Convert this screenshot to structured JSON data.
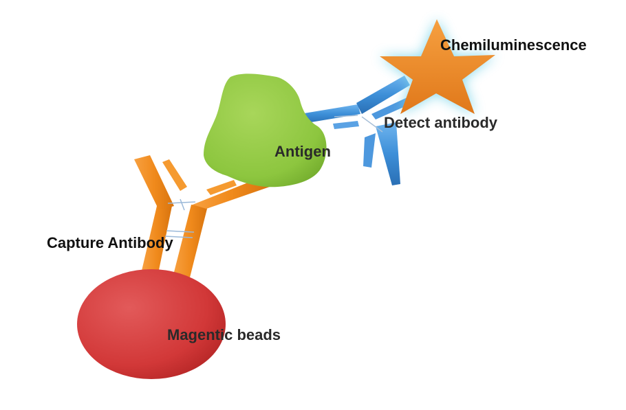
{
  "labels": {
    "chemiluminescence": "Chemiluminescence",
    "detect_antibody": "Detect antibody",
    "antigen": "Antigen",
    "capture_antibody": "Capture Antibody",
    "magnetic_beads": "Magentic beads"
  },
  "colors": {
    "bead": "#d63a3a",
    "capture_antibody": "#f0901e",
    "antigen": "#8dc63f",
    "detect_antibody": "#3d8fd8",
    "star": "#f08a24",
    "glow": "#7fd6ea"
  }
}
